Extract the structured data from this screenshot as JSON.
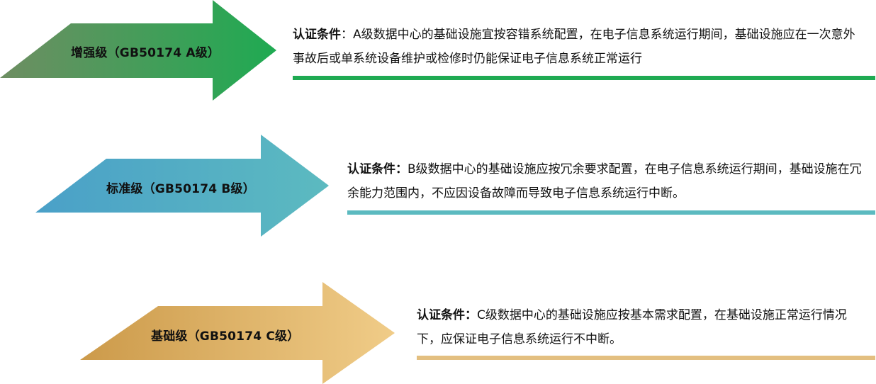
{
  "rows": [
    {
      "arrow_label": "增强级（GB50174  A级）",
      "lead": "认证条件",
      "sep": "：",
      "body": "A级数据中心的基础设施宜按容错系统配置，在电子信息系统运行期间，基础设施应在一次意外事故后或单系统设备维护或检修时仍能保证电子信息系统正常运行",
      "colors": {
        "arrow_start": "#6e8e62",
        "arrow_end": "#1faa52",
        "rule": "#1faa52"
      }
    },
    {
      "arrow_label": "标准级（GB50174  B级）",
      "lead": "认证条件：",
      "sep": "",
      "body": "B级数据中心的基础设施应按冗余要求配置，在电子信息系统运行期间，基础设施在冗余能力范围内，不应因设备故障而导致电子信息系统运行中断。",
      "colors": {
        "arrow_start": "#4aa0c8",
        "arrow_end": "#5cbac0",
        "rule": "#5cbac0"
      }
    },
    {
      "arrow_label": "基础级（GB50174  C级）",
      "lead": "认证条件：",
      "sep": "",
      "body": "C级数据中心的基础设施应按基本需求配置，在基础设施正常运行情况下，应保证电子信息系统运行不中断。",
      "colors": {
        "arrow_start": "#cc9a4a",
        "arrow_end": "#f0cc88",
        "rule": "#e3bf80"
      }
    }
  ]
}
